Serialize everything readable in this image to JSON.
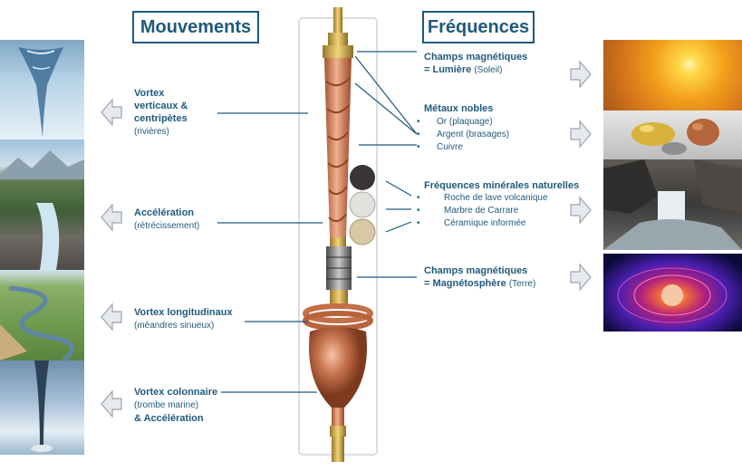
{
  "titles": {
    "left": "Mouvements",
    "right": "Fréquences"
  },
  "left_labels": [
    {
      "title_lines": [
        "Vortex",
        "verticaux &",
        "centripètes"
      ],
      "sub": "(rivières)"
    },
    {
      "title": "Accélération",
      "sub": "(rétrécissement)"
    },
    {
      "title": "Vortex longitudinaux",
      "sub": "(méandres sinueux)"
    },
    {
      "title": "Vortex colonnaire",
      "sub": "(trombe marine)",
      "extra": "& Accélération"
    }
  ],
  "right_labels": {
    "sun": {
      "line1": "Champs magnétiques",
      "line2_bold": "= Lumière",
      "line2_sub": "(Soleil)"
    },
    "metals": {
      "title": "Métaux nobles",
      "items": [
        "Or (plaquage)",
        "Argent (brasages)",
        "Cuivre"
      ]
    },
    "minerals": {
      "title": "Fréquences minérales naturelles",
      "items": [
        "Roche de lave volcanique",
        "Marbre de Carrare",
        "Céramique informée"
      ]
    },
    "magneto": {
      "line1": "Champs magnétiques",
      "line2_bold": "= Magnétosphère",
      "line2_sub": "(Terre)"
    }
  },
  "colors": {
    "title_border": "#1f5a7e",
    "text": "#1f5a7e",
    "copper": "#c97a55",
    "arrow": "#ccd3da"
  },
  "icons": [
    "arrow-left-icon",
    "arrow-right-icon"
  ]
}
